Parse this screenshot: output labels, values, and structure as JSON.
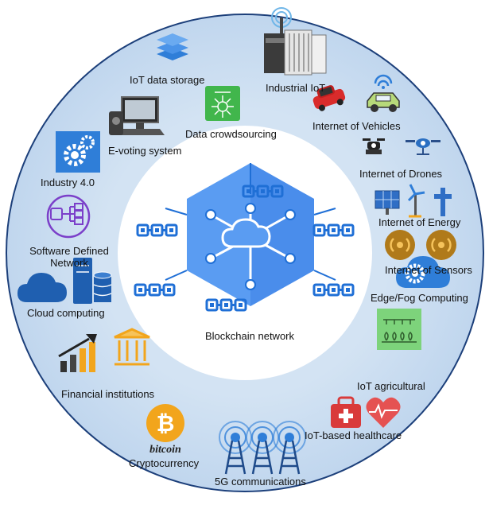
{
  "center": {
    "label": "Blockchain network"
  },
  "applications": [
    {
      "id": "iot-data-storage",
      "label": "IoT data storage",
      "icon": "layers-stack-icon"
    },
    {
      "id": "industrial-iot",
      "label": "Industrial IoT",
      "icon": "industrial-gateway-icon"
    },
    {
      "id": "data-crowdsourcing",
      "label": "Data crowdsourcing",
      "icon": "crowdsourcing-icon"
    },
    {
      "id": "internet-of-vehicles",
      "label": "Internet of Vehicles",
      "icon": "connected-car-icon"
    },
    {
      "id": "e-voting-system",
      "label": "E-voting system",
      "icon": "voting-computer-icon"
    },
    {
      "id": "internet-of-drones",
      "label": "Internet of Drones",
      "icon": "drone-icon"
    },
    {
      "id": "industry-4-0",
      "label": "Industry 4.0",
      "icon": "gears-icon"
    },
    {
      "id": "internet-of-energy",
      "label": "Internet of Energy",
      "icon": "renewable-energy-icon"
    },
    {
      "id": "software-defined-network",
      "label": "Software Defined\nNetwork",
      "icon": "sdn-router-icon"
    },
    {
      "id": "internet-of-sensors",
      "label": "Internet of Sensors",
      "icon": "sensor-signal-icon"
    },
    {
      "id": "edge-fog-computing",
      "label": "Edge/Fog Computing",
      "icon": "cloud-gear-icon"
    },
    {
      "id": "cloud-computing",
      "label": "Cloud computing",
      "icon": "cloud-server-icon"
    },
    {
      "id": "iot-agricultural",
      "label": "IoT agricultural",
      "icon": "smart-farm-icon"
    },
    {
      "id": "financial-institutions",
      "label": "Financial institutions",
      "icon": "bank-chart-icon"
    },
    {
      "id": "iot-based-healthcare",
      "label": "IoT-based healthcare",
      "icon": "medical-kit-heart-icon"
    },
    {
      "id": "cryptocurrency",
      "label": "Cryptocurrency",
      "icon": "bitcoin-icon",
      "icon_text": "bitcoin"
    },
    {
      "id": "5g-communications",
      "label": "5G communications",
      "icon": "cell-tower-icon"
    }
  ],
  "colors": {
    "outer_ring": "#dde9f5",
    "inner_circle": "#ffffff",
    "accent_blue": "#2f7ed8",
    "hexagon": "#4a8ff0",
    "hexagon_dark": "#2660c2",
    "green": "#39a845",
    "orange": "#f2a51c",
    "red": "#d93a3a"
  }
}
